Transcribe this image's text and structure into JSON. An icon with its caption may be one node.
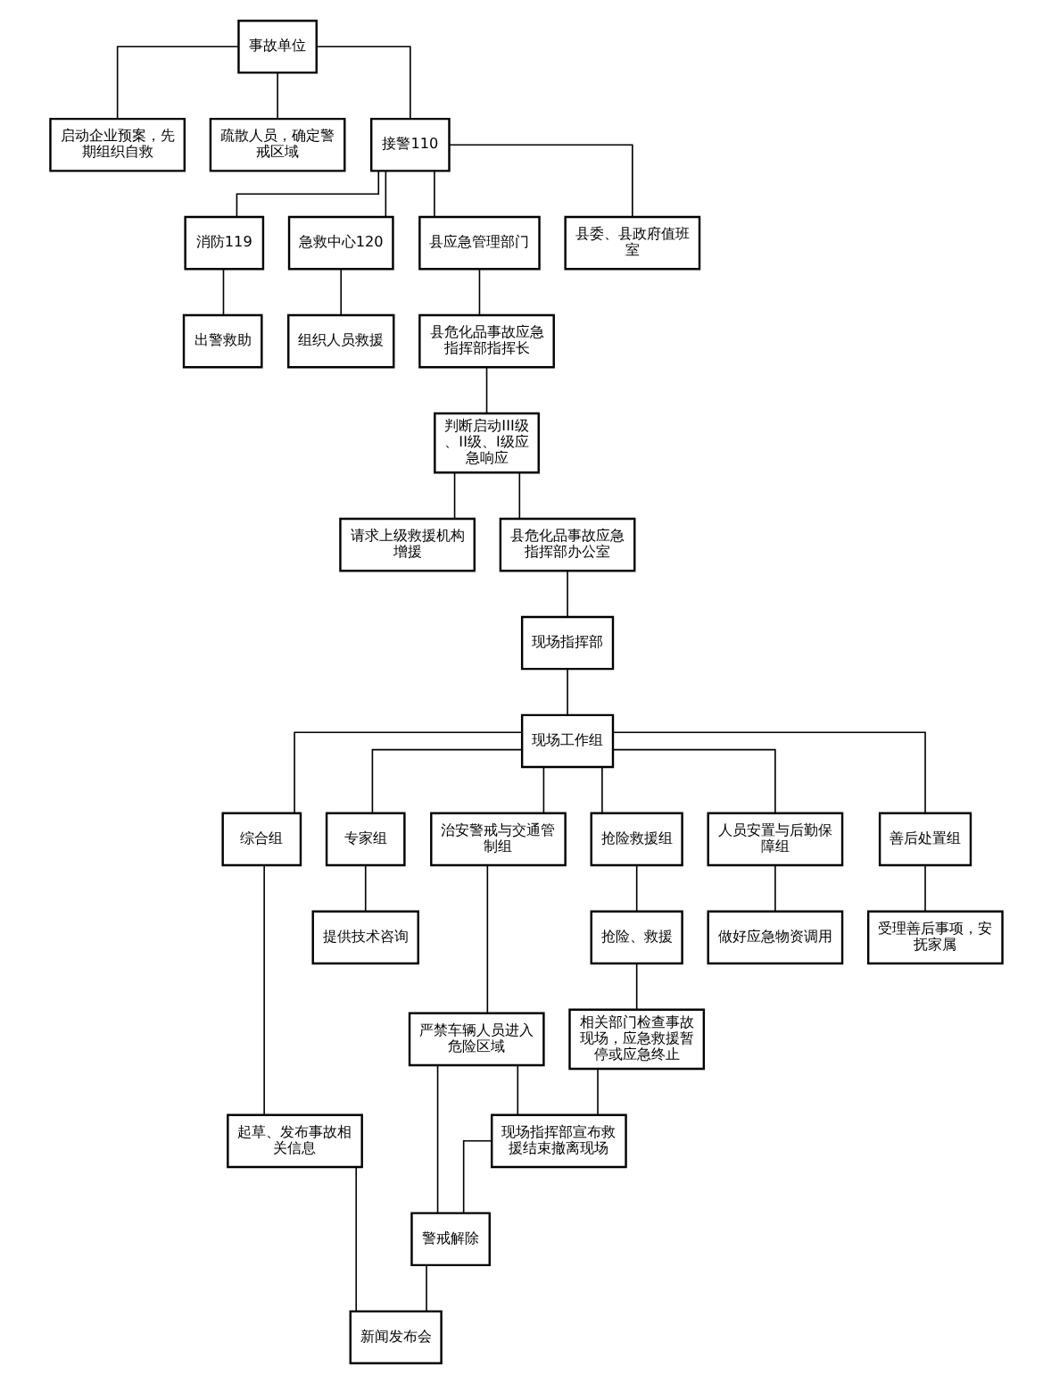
{
  "diagram": {
    "nodes": [
      {
        "text": [
          "事故单位"
        ]
      },
      {
        "text": [
          "启动企业预案，先期组织自救"
        ]
      },
      {
        "text": [
          "疏散人员，确定警戒区域"
        ]
      },
      {
        "text": [
          "接警110"
        ]
      },
      {
        "text": [
          "消防119"
        ]
      },
      {
        "text": [
          "急救中心120"
        ]
      },
      {
        "text": [
          "出警救助"
        ]
      },
      {
        "text": [
          "县应急管理部门"
        ]
      },
      {
        "text": [
          "县委、县政府值班室"
        ]
      },
      {
        "text": [
          "组织人员救援"
        ]
      },
      {
        "text": [
          "县危化品事故应急指挥部指挥长"
        ]
      },
      {
        "text": [
          "判断启动III级、II级、I级应急响应"
        ]
      },
      {
        "text": [
          "请求上级救援机构增援"
        ]
      },
      {
        "text": [
          "县危化品事故应急指挥部办公室"
        ]
      },
      {
        "text": [
          "现场指挥部"
        ]
      },
      {
        "text": [
          "现场工作组"
        ]
      },
      {
        "text": [
          "抢险救援组"
        ]
      },
      {
        "text": [
          "专家组"
        ]
      },
      {
        "text": [
          "综合组"
        ]
      },
      {
        "text": [
          "治安警戒与交通管制组"
        ]
      },
      {
        "text": [
          "人员安置与后勤保障组"
        ]
      },
      {
        "text": [
          "善后处置组"
        ]
      },
      {
        "text": [
          "抢险、救援"
        ]
      },
      {
        "text": [
          "提供技术咨询"
        ]
      },
      {
        "text": [
          "起草、发布事故相关信息"
        ]
      },
      {
        "text": [
          "严禁车辆人员进入危险区域"
        ]
      },
      {
        "text": [
          "做好应急物资调用"
        ]
      },
      {
        "text": [
          "受理善后事项，安抚家属"
        ]
      },
      {
        "text": [
          "相关部门检查事故现场，应急救援暂停或应急终止"
        ]
      },
      {
        "text": [
          "现场指挥部宣布救援结束撤离现场"
        ]
      },
      {
        "text": [
          "警戒解除"
        ]
      },
      {
        "text": [
          "新闻发布会"
        ]
      }
    ],
    "edges": [
      {
        "from": 0,
        "to": 1,
        "arrow": "none"
      },
      {
        "from": 0,
        "to": 2,
        "arrow": "none"
      },
      {
        "from": 0,
        "to": 3,
        "arrow": "none"
      },
      {
        "from": 3,
        "to": 4,
        "arrow": "none"
      },
      {
        "from": 3,
        "to": 5,
        "arrow": "none"
      },
      {
        "from": 3,
        "to": 7,
        "arrow": "none"
      },
      {
        "from": 3,
        "to": 8,
        "arrow": "none"
      },
      {
        "from": 4,
        "to": 6,
        "arrow": "none"
      },
      {
        "from": 5,
        "to": 9,
        "arrow": "none"
      },
      {
        "from": 7,
        "to": 10,
        "arrow": "none"
      },
      {
        "from": 10,
        "to": 11,
        "arrow": "none"
      },
      {
        "from": 11,
        "to": 12,
        "arrow": "none"
      },
      {
        "from": 11,
        "to": 13,
        "arrow": "none"
      },
      {
        "from": 13,
        "to": 14,
        "arrow": "none"
      },
      {
        "from": 14,
        "to": 15,
        "arrow": "none"
      },
      {
        "from": 15,
        "to": 16,
        "arrow": "none"
      },
      {
        "from": 15,
        "to": 17,
        "arrow": "none"
      },
      {
        "from": 15,
        "to": 18,
        "arrow": "none"
      },
      {
        "from": 15,
        "to": 19,
        "arrow": "none"
      },
      {
        "from": 15,
        "to": 20,
        "arrow": "none"
      },
      {
        "from": 15,
        "to": 21,
        "arrow": "none"
      },
      {
        "from": 16,
        "to": 22,
        "arrow": "none"
      },
      {
        "from": 17,
        "to": 23,
        "arrow": "none"
      },
      {
        "from": 18,
        "to": 24,
        "arrow": "none"
      },
      {
        "from": 19,
        "to": 25,
        "arrow": "none"
      },
      {
        "from": 20,
        "to": 26,
        "arrow": "none"
      },
      {
        "from": 21,
        "to": 27,
        "arrow": "none"
      },
      {
        "from": 22,
        "to": 28,
        "arrow": "none"
      },
      {
        "from": 28,
        "to": 29,
        "arrow": "none"
      },
      {
        "from": 24,
        "to": 31,
        "arrow": "none"
      },
      {
        "from": 25,
        "to": 29,
        "arrow": "none"
      },
      {
        "from": 25,
        "to": 30,
        "arrow": "none"
      },
      {
        "from": 29,
        "to": 30,
        "arrow": "none"
      },
      {
        "from": 30,
        "to": 31,
        "arrow": "none"
      }
    ]
  }
}
